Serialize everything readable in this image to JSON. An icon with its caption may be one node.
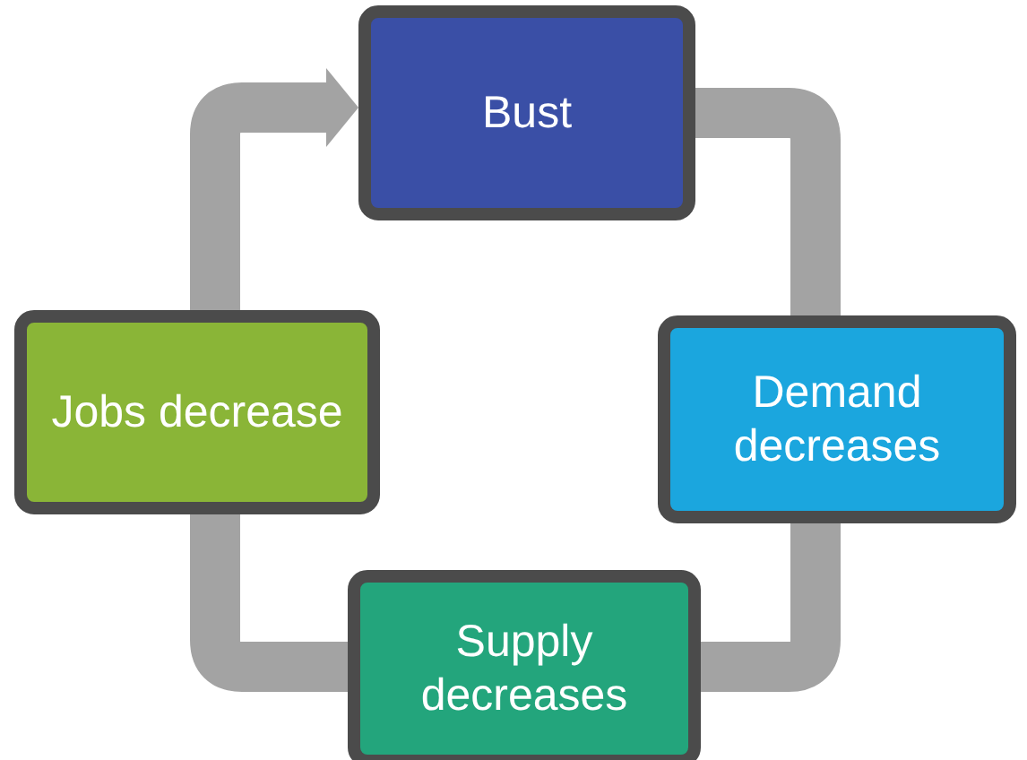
{
  "diagram": {
    "nodes": [
      {
        "text": [
          "Bust"
        ]
      },
      {
        "text": [
          "Demand decreases"
        ]
      },
      {
        "text": [
          "Supply decreases"
        ]
      },
      {
        "text": [
          "Jobs decrease"
        ]
      }
    ],
    "edges": [
      {
        "from": 0,
        "to": 1,
        "arrow": "none"
      },
      {
        "from": 1,
        "to": 2,
        "arrow": "none"
      },
      {
        "from": 2,
        "to": 3,
        "arrow": "none"
      },
      {
        "from": 3,
        "to": 0,
        "arrow": "to"
      }
    ]
  }
}
